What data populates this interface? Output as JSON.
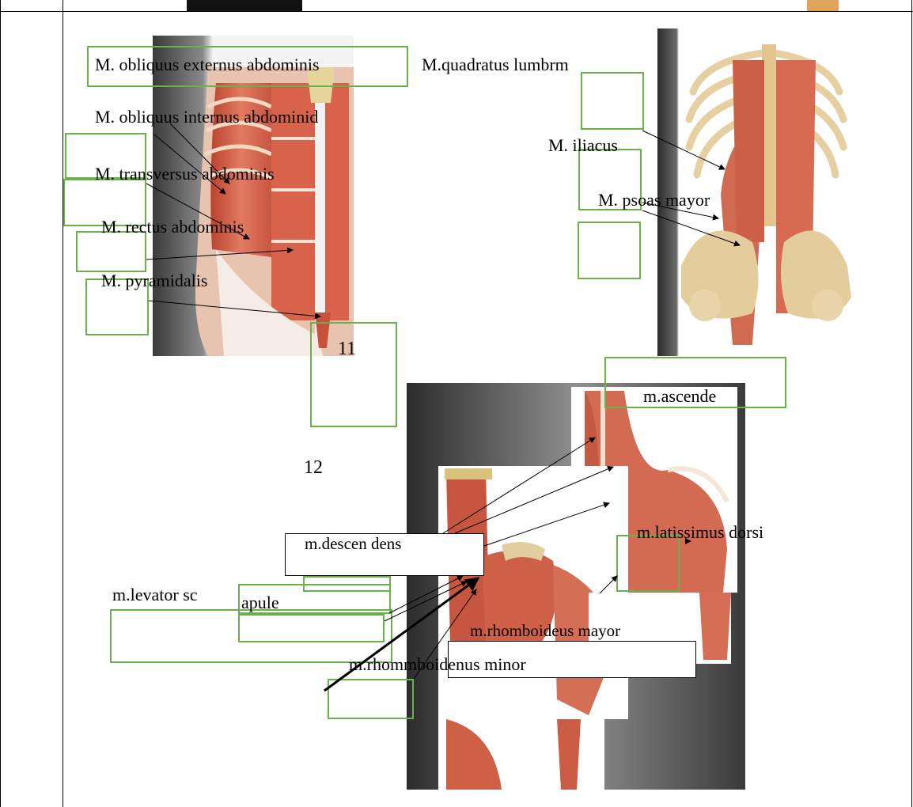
{
  "figures": {
    "abdomen_lateral": "abdominal-wall-muscles-illustration",
    "posterior_abdomen": "posterior-abdominal-wall-illustration",
    "back_shoulder": "back-and-shoulder-muscles-illustration"
  },
  "labels": {
    "obliquus_externus": "M. obliquus externus abdominis",
    "quadratus": "M.quadratus lumbrm",
    "obliquus_internus": "M. obliquus internus abdominid",
    "transversus": "M. transversus abdominis",
    "rectus": "M. rectus abdominis",
    "pyramidalis": "M. pyramidalis",
    "iliacus": "M. iliacus",
    "psoas": "M. psoas mayor",
    "ascende": "m.ascende",
    "descendens": "m.descen  dens",
    "latissimus": "m.latissimus dorsi",
    "levator": "m.levator sc",
    "levator_tail": "apule",
    "rhomboideus_mayor": "m.rhomboideus mayor",
    "rhomboidenus_minor": "m.rhommboidenus minor"
  },
  "numbers": {
    "n11": "11",
    "n12": "12"
  },
  "colors": {
    "box_green": "#6ab04c",
    "muscle_red": "#c8553d",
    "bone": "#e8d4a8"
  }
}
